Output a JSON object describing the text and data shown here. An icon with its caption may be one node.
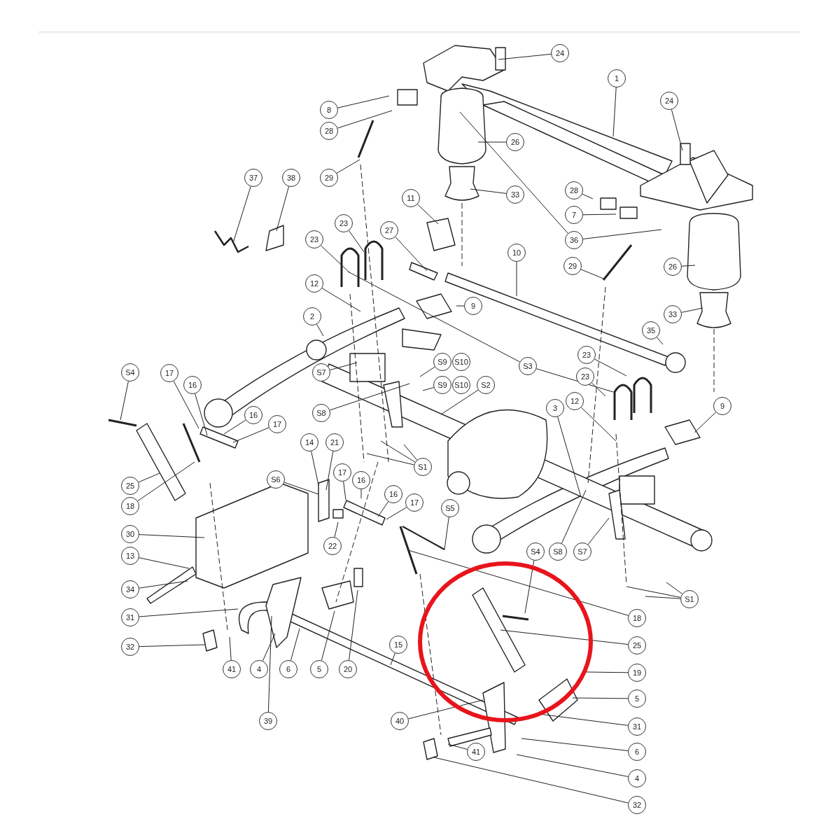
{
  "diagram": {
    "nodes": [
      {
        "text": [
          "24"
        ]
      },
      {
        "text": [
          "1"
        ]
      },
      {
        "text": [
          "24"
        ]
      },
      {
        "text": [
          "8"
        ]
      },
      {
        "text": [
          "28"
        ]
      },
      {
        "text": [
          "26"
        ]
      },
      {
        "text": [
          "29"
        ]
      },
      {
        "text": [
          "37"
        ]
      },
      {
        "text": [
          "38"
        ]
      },
      {
        "text": [
          "33"
        ]
      },
      {
        "text": [
          "28"
        ]
      },
      {
        "text": [
          "11"
        ]
      },
      {
        "text": [
          "7"
        ]
      },
      {
        "text": [
          "23"
        ]
      },
      {
        "text": [
          "27"
        ]
      },
      {
        "text": [
          "23"
        ]
      },
      {
        "text": [
          "36"
        ]
      },
      {
        "text": [
          "10"
        ]
      },
      {
        "text": [
          "29"
        ]
      },
      {
        "text": [
          "26"
        ]
      },
      {
        "text": [
          "12"
        ]
      },
      {
        "text": [
          "9"
        ]
      },
      {
        "text": [
          "33"
        ]
      },
      {
        "text": [
          "2"
        ]
      },
      {
        "text": [
          "35"
        ]
      },
      {
        "text": [
          "23"
        ]
      },
      {
        "text": [
          "S9"
        ]
      },
      {
        "text": [
          "S10"
        ]
      },
      {
        "text": [
          "S3"
        ]
      },
      {
        "text": [
          "S7"
        ]
      },
      {
        "text": [
          "17"
        ]
      },
      {
        "text": [
          "S4"
        ]
      },
      {
        "text": [
          "23"
        ]
      },
      {
        "text": [
          "S9"
        ]
      },
      {
        "text": [
          "S10"
        ]
      },
      {
        "text": [
          "S2"
        ]
      },
      {
        "text": [
          "16"
        ]
      },
      {
        "text": [
          "3"
        ]
      },
      {
        "text": [
          "9"
        ]
      },
      {
        "text": [
          "S8"
        ]
      },
      {
        "text": [
          "16"
        ]
      },
      {
        "text": [
          "12"
        ]
      },
      {
        "text": [
          "17"
        ]
      },
      {
        "text": [
          "14"
        ]
      },
      {
        "text": [
          "21"
        ]
      },
      {
        "text": [
          "S1"
        ]
      },
      {
        "text": [
          "25"
        ]
      },
      {
        "text": [
          "S6"
        ]
      },
      {
        "text": [
          "17"
        ]
      },
      {
        "text": [
          "16"
        ]
      },
      {
        "text": [
          "16"
        ]
      },
      {
        "text": [
          "18"
        ]
      },
      {
        "text": [
          "17"
        ]
      },
      {
        "text": [
          "S5"
        ]
      },
      {
        "text": [
          "30"
        ]
      },
      {
        "text": [
          "22"
        ]
      },
      {
        "text": [
          "S4"
        ]
      },
      {
        "text": [
          "S8"
        ]
      },
      {
        "text": [
          "S7"
        ]
      },
      {
        "text": [
          "13"
        ]
      },
      {
        "text": [
          "34"
        ]
      },
      {
        "text": [
          "S1"
        ]
      },
      {
        "text": [
          "31"
        ]
      },
      {
        "text": [
          "18"
        ]
      },
      {
        "text": [
          "25"
        ]
      },
      {
        "text": [
          "32"
        ]
      },
      {
        "text": [
          "41"
        ]
      },
      {
        "text": [
          "4"
        ]
      },
      {
        "text": [
          "6"
        ]
      },
      {
        "text": [
          "5"
        ]
      },
      {
        "text": [
          "20"
        ]
      },
      {
        "text": [
          "15"
        ]
      },
      {
        "text": [
          "19"
        ]
      },
      {
        "text": [
          "5"
        ]
      },
      {
        "text": [
          "39"
        ]
      },
      {
        "text": [
          "40"
        ]
      },
      {
        "text": [
          "31"
        ]
      },
      {
        "text": [
          "41"
        ]
      },
      {
        "text": [
          "6"
        ]
      },
      {
        "text": [
          "4"
        ]
      },
      {
        "text": [
          "32"
        ]
      }
    ],
    "edges": [
      {
        "from": 0,
        "to": null,
        "arrow": "none"
      },
      {
        "from": 1,
        "to": null,
        "arrow": "none"
      },
      {
        "from": 2,
        "to": null,
        "arrow": "none"
      },
      {
        "from": 3,
        "to": null,
        "arrow": "none"
      },
      {
        "from": 4,
        "to": null,
        "arrow": "none"
      },
      {
        "from": 5,
        "to": null,
        "arrow": "none"
      },
      {
        "from": 6,
        "to": null,
        "arrow": "none"
      },
      {
        "from": 9,
        "to": null,
        "arrow": "none"
      },
      {
        "from": 10,
        "to": null,
        "arrow": "none"
      },
      {
        "from": 12,
        "to": null,
        "arrow": "none"
      },
      {
        "from": 7,
        "to": null,
        "arrow": "none"
      },
      {
        "from": 8,
        "to": null,
        "arrow": "none"
      },
      {
        "from": 11,
        "to": null,
        "arrow": "none"
      },
      {
        "from": 13,
        "to": null,
        "arrow": "none"
      },
      {
        "from": 14,
        "to": null,
        "arrow": "none"
      },
      {
        "from": 15,
        "to": null,
        "arrow": "none"
      },
      {
        "from": 16,
        "to": null,
        "arrow": "none"
      },
      {
        "from": 16,
        "to": null,
        "arrow": "none"
      },
      {
        "from": 17,
        "to": null,
        "arrow": "none"
      },
      {
        "from": 18,
        "to": null,
        "arrow": "none"
      },
      {
        "from": 19,
        "to": null,
        "arrow": "none"
      },
      {
        "from": 20,
        "to": null,
        "arrow": "none"
      },
      {
        "from": 21,
        "to": null,
        "arrow": "none"
      },
      {
        "from": 22,
        "to": null,
        "arrow": "none"
      },
      {
        "from": 23,
        "to": null,
        "arrow": "none"
      },
      {
        "from": 24,
        "to": null,
        "arrow": "none"
      },
      {
        "from": 25,
        "to": null,
        "arrow": "none"
      },
      {
        "from": 26,
        "to": null,
        "arrow": "none"
      },
      {
        "from": 28,
        "to": null,
        "arrow": "none"
      },
      {
        "from": 28,
        "to": null,
        "arrow": "none"
      },
      {
        "from": 29,
        "to": null,
        "arrow": "none"
      },
      {
        "from": 30,
        "to": null,
        "arrow": "none"
      },
      {
        "from": 31,
        "to": null,
        "arrow": "none"
      },
      {
        "from": 32,
        "to": null,
        "arrow": "none"
      },
      {
        "from": 33,
        "to": null,
        "arrow": "none"
      },
      {
        "from": 35,
        "to": null,
        "arrow": "none"
      },
      {
        "from": 36,
        "to": null,
        "arrow": "none"
      },
      {
        "from": 37,
        "to": null,
        "arrow": "none"
      },
      {
        "from": 38,
        "to": null,
        "arrow": "none"
      },
      {
        "from": 39,
        "to": null,
        "arrow": "none"
      },
      {
        "from": 40,
        "to": null,
        "arrow": "none"
      },
      {
        "from": 41,
        "to": null,
        "arrow": "none"
      },
      {
        "from": 42,
        "to": null,
        "arrow": "none"
      },
      {
        "from": 43,
        "to": null,
        "arrow": "none"
      },
      {
        "from": 44,
        "to": null,
        "arrow": "none"
      },
      {
        "from": 45,
        "to": null,
        "arrow": "none"
      },
      {
        "from": 45,
        "to": null,
        "arrow": "none"
      },
      {
        "from": 45,
        "to": null,
        "arrow": "none"
      },
      {
        "from": 46,
        "to": null,
        "arrow": "none"
      },
      {
        "from": 47,
        "to": null,
        "arrow": "none"
      },
      {
        "from": 48,
        "to": null,
        "arrow": "none"
      },
      {
        "from": 49,
        "to": null,
        "arrow": "none"
      },
      {
        "from": 50,
        "to": null,
        "arrow": "none"
      },
      {
        "from": 51,
        "to": null,
        "arrow": "none"
      },
      {
        "from": 52,
        "to": null,
        "arrow": "none"
      },
      {
        "from": 53,
        "to": null,
        "arrow": "none"
      },
      {
        "from": 54,
        "to": null,
        "arrow": "none"
      },
      {
        "from": 55,
        "to": null,
        "arrow": "none"
      },
      {
        "from": 56,
        "to": null,
        "arrow": "none"
      },
      {
        "from": 57,
        "to": null,
        "arrow": "none"
      },
      {
        "from": 58,
        "to": null,
        "arrow": "none"
      },
      {
        "from": 59,
        "to": null,
        "arrow": "none"
      },
      {
        "from": 60,
        "to": null,
        "arrow": "none"
      },
      {
        "from": 61,
        "to": null,
        "arrow": "none"
      },
      {
        "from": 61,
        "to": null,
        "arrow": "none"
      },
      {
        "from": 61,
        "to": null,
        "arrow": "none"
      },
      {
        "from": 62,
        "to": null,
        "arrow": "none"
      },
      {
        "from": 63,
        "to": null,
        "arrow": "none"
      },
      {
        "from": 64,
        "to": null,
        "arrow": "none"
      },
      {
        "from": 65,
        "to": null,
        "arrow": "none"
      },
      {
        "from": 66,
        "to": null,
        "arrow": "none"
      },
      {
        "from": 67,
        "to": null,
        "arrow": "none"
      },
      {
        "from": 68,
        "to": null,
        "arrow": "none"
      },
      {
        "from": 69,
        "to": null,
        "arrow": "none"
      },
      {
        "from": 70,
        "to": null,
        "arrow": "none"
      },
      {
        "from": 71,
        "to": null,
        "arrow": "none"
      },
      {
        "from": 72,
        "to": null,
        "arrow": "none"
      },
      {
        "from": 73,
        "to": null,
        "arrow": "none"
      },
      {
        "from": 74,
        "to": null,
        "arrow": "none"
      },
      {
        "from": 75,
        "to": null,
        "arrow": "none"
      },
      {
        "from": 76,
        "to": null,
        "arrow": "none"
      },
      {
        "from": 77,
        "to": null,
        "arrow": "none"
      },
      {
        "from": 78,
        "to": null,
        "arrow": "none"
      },
      {
        "from": 79,
        "to": null,
        "arrow": "none"
      },
      {
        "from": 80,
        "to": null,
        "arrow": "none"
      }
    ]
  }
}
